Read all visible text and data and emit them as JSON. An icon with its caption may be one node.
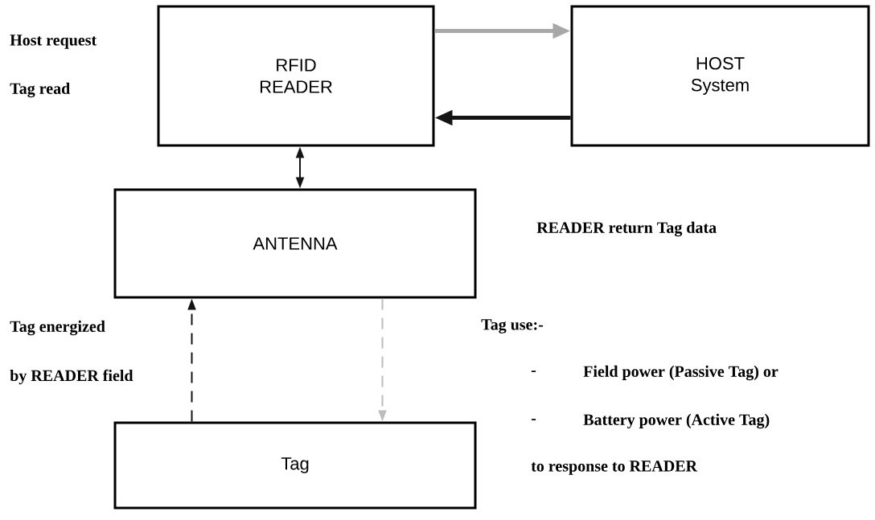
{
  "diagram": {
    "nodes": [
      {
        "text": [
          "RFID READER"
        ]
      },
      {
        "text": [
          "HOST System"
        ]
      },
      {
        "text": [
          "ANTENNA"
        ]
      },
      {
        "text": [
          "Tag"
        ]
      }
    ],
    "edges": [
      {
        "from": 0,
        "to": 1,
        "arrow": "to",
        "style": "thick",
        "color": "#a8a8a8"
      },
      {
        "from": 1,
        "to": 0,
        "arrow": "to",
        "style": "thick"
      },
      {
        "from": 0,
        "to": 2,
        "arrow": "both"
      },
      {
        "from": 3,
        "to": 2,
        "arrow": "to",
        "style": "dashed"
      },
      {
        "from": 2,
        "to": 3,
        "arrow": "to",
        "style": "dashed",
        "color": "#bdbdbd"
      }
    ],
    "labels": [
      "Host request",
      "Tag read",
      "READER return Tag data",
      "Tag use:-",
      "Tag energized",
      "by READER field",
      "-",
      "Field power (Passive Tag) or",
      "-",
      "Battery power (Active Tag)",
      "to response to READER"
    ]
  }
}
